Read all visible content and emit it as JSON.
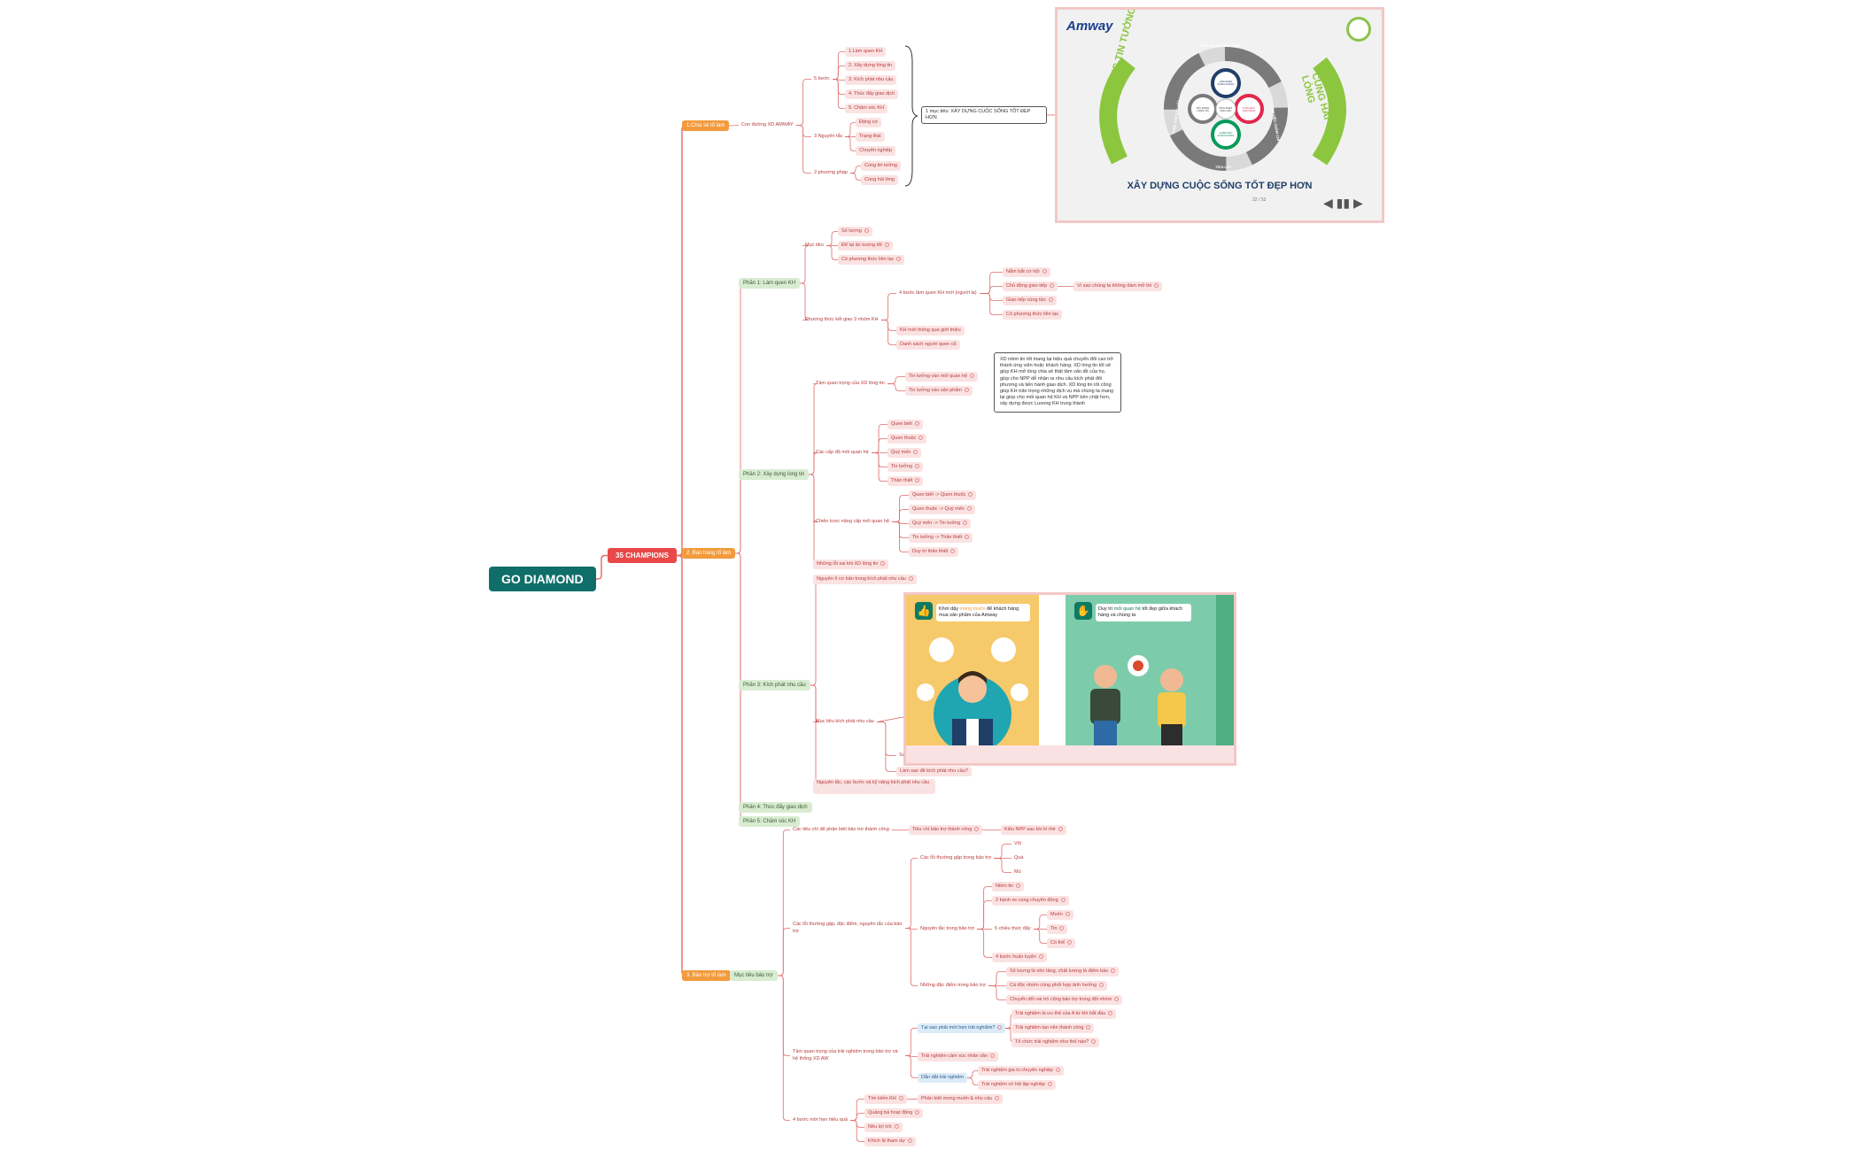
{
  "root": {
    "label": "GO DIAMOND"
  },
  "l1": {
    "label": "35 CHAMPIONS"
  },
  "sections": {
    "s1": {
      "label": "1.Chia sẻ tổ làm",
      "child": "Con đường XD AMWAY",
      "buoc": {
        "label": "5 bước",
        "items": [
          "1.Làm quen KH",
          "2. Xây dựng lòng tin",
          "3. Kích phát nhu cầu",
          "4. Thúc đẩy giao dịch",
          "5. Chăm sóc KH"
        ]
      },
      "nguyentac": {
        "label": "3 Nguyên tắc",
        "items": [
          "Động cơ",
          "Trạng thái",
          "Chuyên nghiệp"
        ]
      },
      "phuongphap": {
        "label": "2 phương pháp",
        "items": [
          "Cùng tin tưởng",
          "Cùng hài lòng"
        ]
      },
      "note": "1 mục tiêu: XÂY DỰNG CUỘC SỐNG TỐT ĐẸP HƠN"
    },
    "s2": {
      "label": "2. Bán hàng tổ làm",
      "p1": {
        "label": "Phần 1: Làm quen KH",
        "muctieu": {
          "label": "Mục tiêu",
          "items": [
            "Số lượng",
            "Để lại ấn tượng tốt",
            "Có phương thức liên lạc"
          ]
        },
        "pt": {
          "label": "Phương thức kết giao 3 nhóm KH",
          "bon": {
            "label": "4 bước làm quen KH mới (người lạ)",
            "items": [
              "Nắm bắt cơ hội",
              "Chủ động giao tiếp",
              "Giao tiếp cùng tần",
              "Có phương thức liên lạc"
            ],
            "extra": "Vì sao chúng ta không dám mở lời"
          },
          "kh": "KH mới thông qua giới thiệu",
          "dsq": "Danh sách người quen cũ"
        }
      },
      "p2": {
        "label": "Phần 2: Xây dựng lòng tin",
        "tq": {
          "label": "Tầm quan trọng của XD lòng tin",
          "items": [
            "Tin tưởng vào mối quan hệ",
            "Tin tưởng vào sản phẩm"
          ]
        },
        "note": "XD niềm tin tốt mang lại hiệu quả chuyển đổi cao trở thành ứng viên hoặc khách hàng. XD lòng tin tốt sẽ giúp KH mở lòng chia sẻ thật tâm vấn đề của họ, giúp cho NPP dễ nhận ra nhu cầu kích phát đôi phương và tiến hành giao dịch. XD lòng tin tốt cũng giúp KH trân trọng những dịch vụ mà chúng ta mang lại giúp cho mối quan hệ KH và NPP bền chặt hơn, xây dựng được Luoong KH trung thành",
        "capdo": {
          "label": "Các cấp độ mối quan hệ",
          "items": [
            "Quen biết",
            "Quen thuộc",
            "Quý mến",
            "Tin tưởng",
            "Thân thiết"
          ]
        },
        "chienluoc": {
          "label": "Chiến lược nâng cấp mối quan hệ",
          "items": [
            "Quen biết -> Quen thuộc",
            "Quen thuộc -> Quý mến",
            "Quý mến -> Tin tưởng",
            "Tin tưởng -> Thân thiết",
            "Duy trì thân thiết"
          ]
        },
        "nhungloi": "Những lỗi sai khi XD lòng tin"
      },
      "p3": {
        "label": "Phần 3: Kích phát nhu cầu",
        "nguyenly": "Nguyên lí cơ bản trong kích phát nhu cầu",
        "muctieu": "Mục tiêu kích phát nhu cầu",
        "subtopic": "Subtopic 1",
        "lamsao": "Làm sao để kích phát nhu cầu?",
        "nguyentac": "Nguyên tắc, các bước và kỹ năng kích phát nhu cầu"
      },
      "p4": "Phần 4: Thúc đẩy giao dịch",
      "p5": "Phần 5: Chăm sóc KH"
    },
    "s3": {
      "label": "3. Bảo trợ tổ làm",
      "mt": "Mục tiêu bảo trợ",
      "a": {
        "label": "Các tiêu chí để phân biệt bảo trợ thành công",
        "child": "Tiêu chí bảo trợ thành công",
        "grand": "Kiểu NPP sau khi kí thẻ"
      },
      "b": {
        "label": "Các lỗi thường gặp, đặc điểm, nguyên tắc của bảo trợ",
        "loi": {
          "label": "Các lỗi thường gặp trong bảo trợ",
          "items": [
            "Vội",
            "Quá",
            "Mù"
          ]
        },
        "nt": {
          "label": "Nguyên tắc trong bảo trợ",
          "items": [
            "Niềm tin",
            "2 bánh xe cùng chuyển động",
            "5 chiều thức đẩy",
            "4 bước huấn luyện"
          ],
          "sub": [
            "Muốn",
            "Tin",
            "Có thể"
          ]
        },
        "dd": {
          "label": "Những đặc điểm trong bảo trợ",
          "items": [
            "Số lượng là nền tảng, chất lượng là điểm bảo",
            "Cá độc nhóm cùng phối hợp ảnh hưởng",
            "Chuyển đổi vai trò cũng bảo trợ trong đội nhóm"
          ]
        }
      },
      "c": {
        "label": "Tầm quan trọng của trải nghiệm trong bảo trợ và hệ thống XD AW",
        "vs": {
          "label": "Tại sao phải mời hẹn trải nghiệm?",
          "items": [
            "Trải nghiệm là ưu thế của A từ khi bắt đầu",
            "Trải nghiệm tạo nên thành công",
            "Tổ chức trải nghiệm như thế nào?"
          ]
        },
        "tncn": "Trải nghiệm cảm xúc nhân văn",
        "dd": {
          "label": "Dẫn dắt trải nghiệm",
          "items": [
            "Trải nghiệm gia trị chuyên nghiệp",
            "Trải nghiệm có hội lập nghiệp"
          ]
        }
      },
      "d": {
        "label": "4 bước mời hẹn hiệu quả",
        "items": [
          "Tìm kiếm KH",
          "Quảng bá hoạt động",
          "Nêu lợi ích",
          "Khích lệ tham dự"
        ],
        "child": "Phân biệt mong muốn & nhu cầu"
      }
    }
  },
  "slide1": {
    "brand": "Amway",
    "caption": "XÂY DỰNG CUỘC SỐNG TỐT ĐẸP HƠN",
    "left_arc": "CÙNG TIN TƯỞNG",
    "right_arc": "CÙNG HÀI LÒNG",
    "ring_top": "GIÚP NGƯỜI GIÚP MÌNH",
    "ring_right": "LÀM VIỆC CHĂM CHỈ",
    "ring_left": "TUÂN THỦ KỶ LUẬT",
    "ring_bottom": "TÍCH LŨY",
    "centers": [
      "LÀM QUEN KHÁCH HÀNG",
      "XÂY DỰNG LÒNG TIN",
      "KÍCH PHÁT NHU CẦU",
      "THÚC ĐẨY GIAO DỊCH",
      "CHĂM SÓC KHÁCH HÀNG"
    ],
    "page": "22 / 53",
    "colors": {
      "green": "#8cc63f",
      "navy": "#1f3f68",
      "red": "#e2284b",
      "teal": "#0a7a5c"
    }
  },
  "slide2": {
    "left_text_1": "Khơi dậy",
    "left_text_hl": "mong",
    "left_text_hl2": "muốn",
    "left_text_2": "để khách hàng mua sản phẩm của Amway",
    "right_text_1": "Duy trì",
    "right_text_hl": "mối quan hệ",
    "right_text_2": "tốt đẹp giữa khách hàng và chúng ta",
    "colors": {
      "left_bg": "#f6c96a",
      "right_bg": "#7cccab",
      "accent": "#f39a3c",
      "icon": "#0f7a63"
    }
  },
  "colors": {
    "root": "#0f6e6a",
    "l1": "#e94848",
    "l2": "#f39a3c",
    "line": "#e06a6a"
  }
}
